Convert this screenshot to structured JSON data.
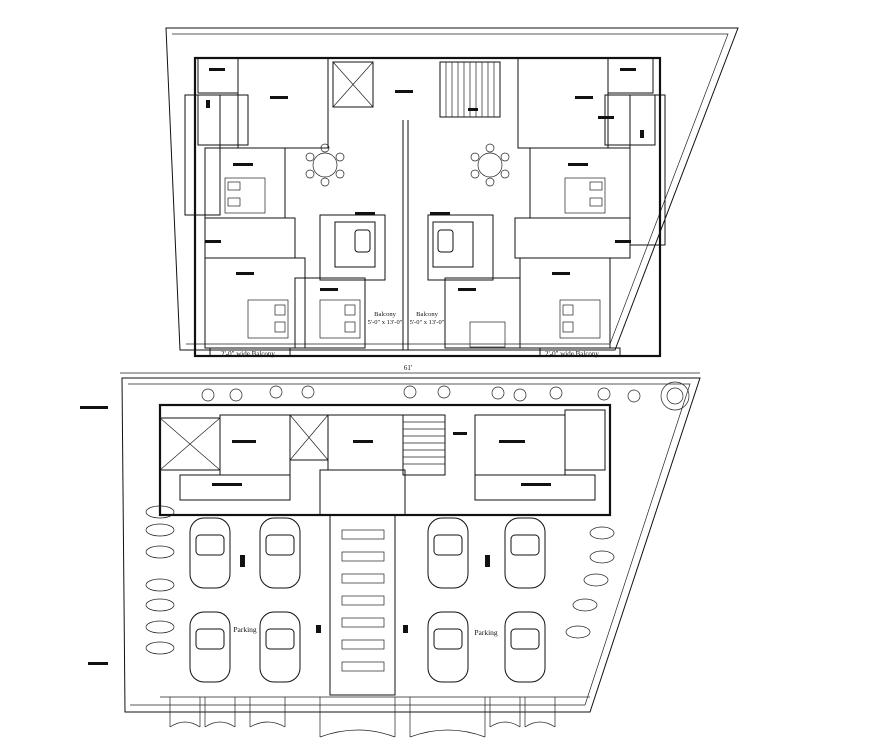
{
  "upper_floor": {
    "balcony_left": "2'-0\" wide Balcony",
    "balcony_right": "2'-0\" wide Balcony",
    "balcony_center_left": "Balcony\n5'-0\" x 13'-0\"",
    "balcony_center_right": "Balcony\n5'-0\" x 13'-0\""
  },
  "ground_floor": {
    "frontage_dimension": "61'",
    "parking_left": "Parking",
    "parking_right": "Parking"
  },
  "colors": {
    "ink": "#111111",
    "paper": "#ffffff"
  }
}
